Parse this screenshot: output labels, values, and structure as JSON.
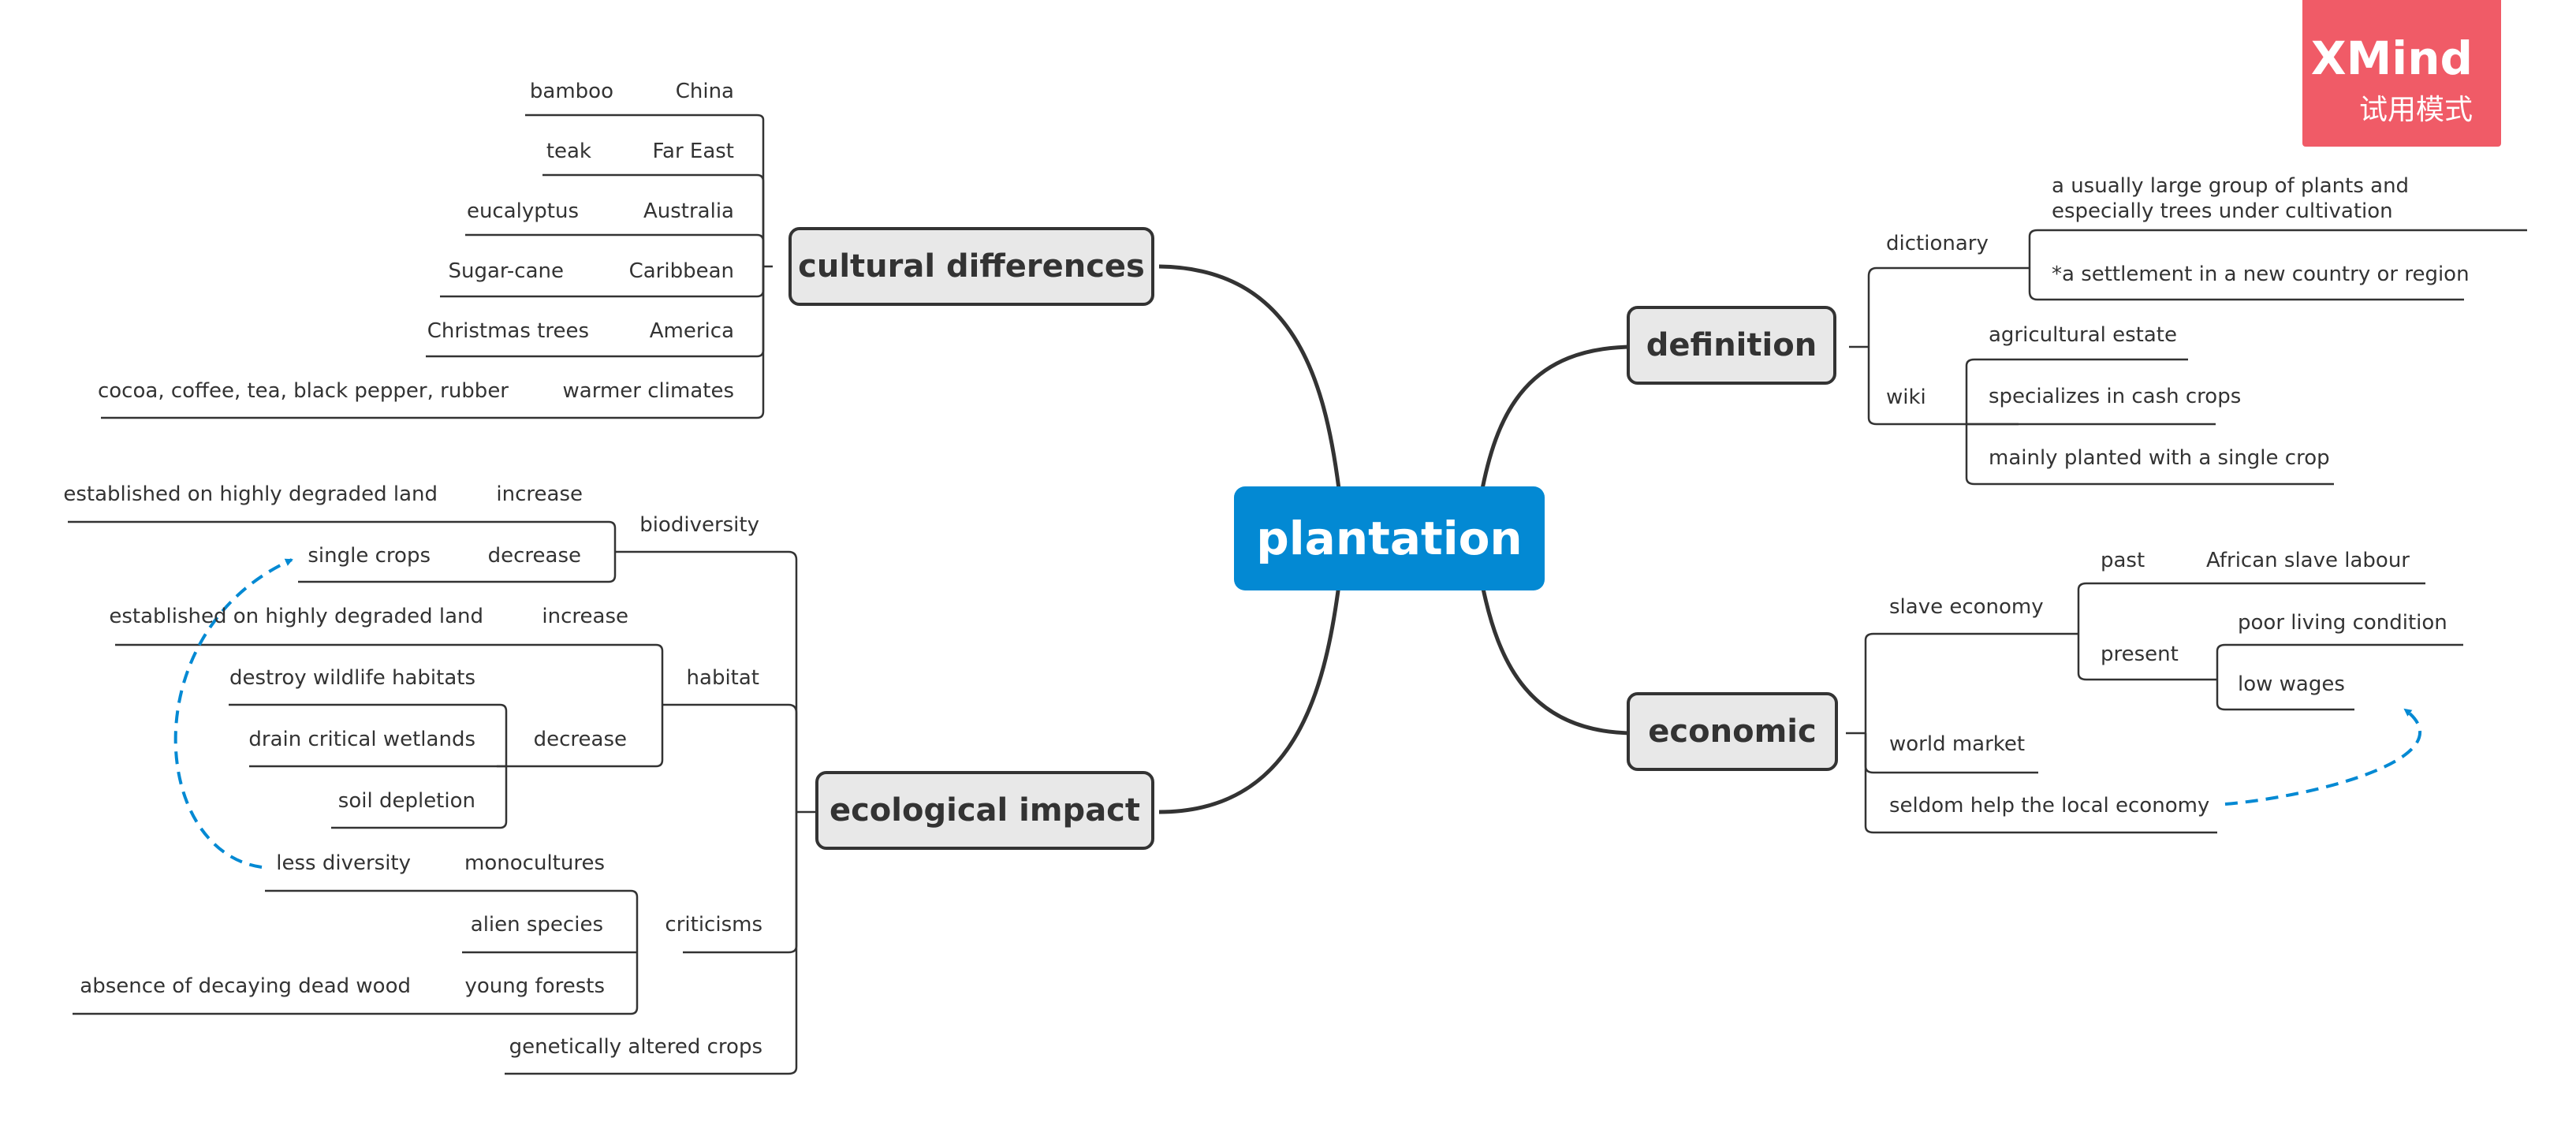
{
  "watermark": {
    "title": "XMind",
    "subtitle": "试用模式",
    "color": "#f05b67"
  },
  "colors": {
    "central": "#0389d3",
    "topic_fill": "#e8e8e8",
    "line": "#333333",
    "relationship": "#0389d3"
  },
  "central": {
    "label": "plantation"
  },
  "cultural": {
    "label": "cultural differences",
    "items": [
      {
        "region": "China",
        "crop": "bamboo"
      },
      {
        "region": "Far East",
        "crop": "teak"
      },
      {
        "region": "Australia",
        "crop": "eucalyptus"
      },
      {
        "region": "Caribbean",
        "crop": "Sugar-cane"
      },
      {
        "region": "America",
        "crop": "Christmas trees"
      },
      {
        "region": "warmer climates",
        "crop": "cocoa, coffee, tea, black pepper, rubber"
      }
    ]
  },
  "definition": {
    "label": "definition",
    "dictionary": {
      "label": "dictionary",
      "items": [
        "a usually large group of plants and especially trees under cultivation",
        "*a settlement in a new country or region"
      ]
    },
    "wiki": {
      "label": "wiki",
      "items": [
        "agricultural estate",
        "specializes in cash crops",
        "mainly planted with a single crop"
      ]
    }
  },
  "economic": {
    "label": "economic",
    "slave_economy": {
      "label": "slave economy",
      "past": {
        "label": "past",
        "item": "African slave labour"
      },
      "present": {
        "label": "present",
        "items": [
          "poor living condition",
          "low wages"
        ]
      }
    },
    "world_market": "world market",
    "local": "seldom help the local economy"
  },
  "ecological": {
    "label": "ecological impact",
    "biodiversity": {
      "label": "biodiversity",
      "increase": {
        "label": "increase",
        "item": "established on highly degraded land"
      },
      "decrease": {
        "label": "decrease",
        "item": "single crops"
      }
    },
    "habitat": {
      "label": "habitat",
      "increase": {
        "label": "increase",
        "item": "established on highly degraded land"
      },
      "decrease": {
        "label": "decrease",
        "items": [
          "destroy wildlife habitats",
          "drain critical wetlands",
          "soil depletion"
        ]
      }
    },
    "criticisms": {
      "label": "criticisms",
      "monocultures": {
        "label": "monocultures",
        "item": "less diversity"
      },
      "alien": "alien species",
      "young": {
        "label": "young forests",
        "item": "absence of decaying dead wood"
      }
    },
    "gm": "genetically altered crops"
  }
}
